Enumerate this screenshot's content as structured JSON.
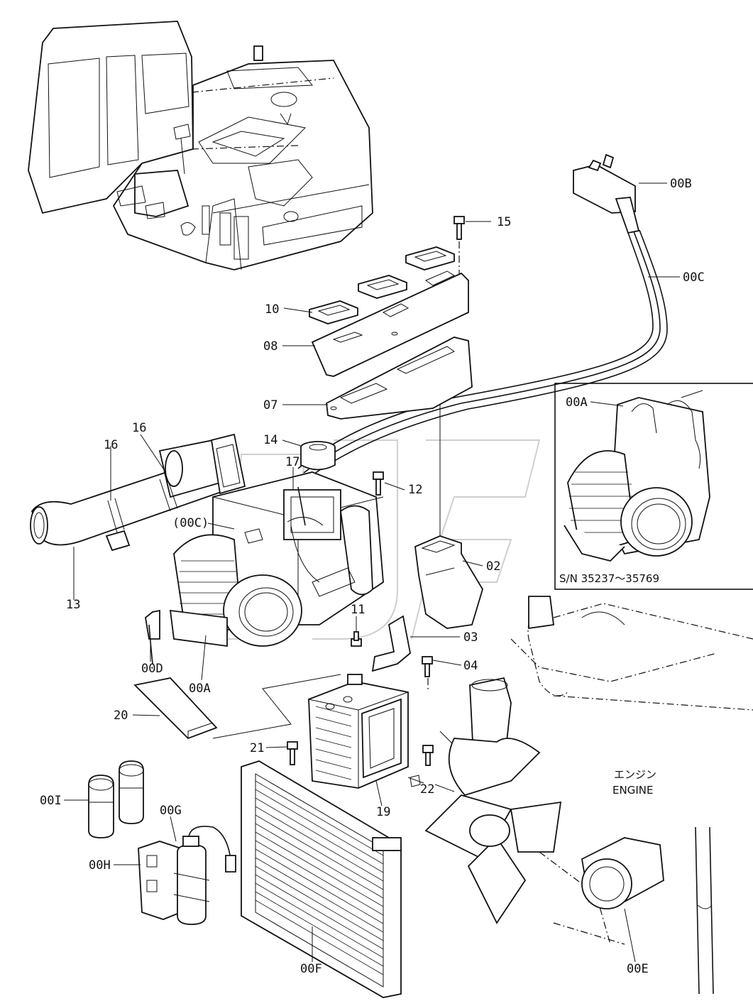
{
  "labels": {
    "p00B": "00B",
    "p15": "15",
    "p00C": "00C",
    "p10": "10",
    "p08": "08",
    "p07": "07",
    "p14": "14",
    "p16a": "16",
    "p16b": "16",
    "p17": "17",
    "p12": "12",
    "p00C_ref": "(00C)",
    "p13": "13",
    "p02": "02",
    "p00A_inset": "00A",
    "p11": "11",
    "p03": "03",
    "p04": "04",
    "p00D": "00D",
    "p00A": "00A",
    "p20": "20",
    "p21": "21",
    "p22": "22",
    "p19": "19",
    "p00I": "00I",
    "p00G": "00G",
    "p00H": "00H",
    "p00F": "00F",
    "p00E": "00E"
  },
  "inset": {
    "serial": "S/N  35237～35769"
  },
  "engine": {
    "label_jp": "エンジン",
    "label_en": "ENGINE"
  }
}
